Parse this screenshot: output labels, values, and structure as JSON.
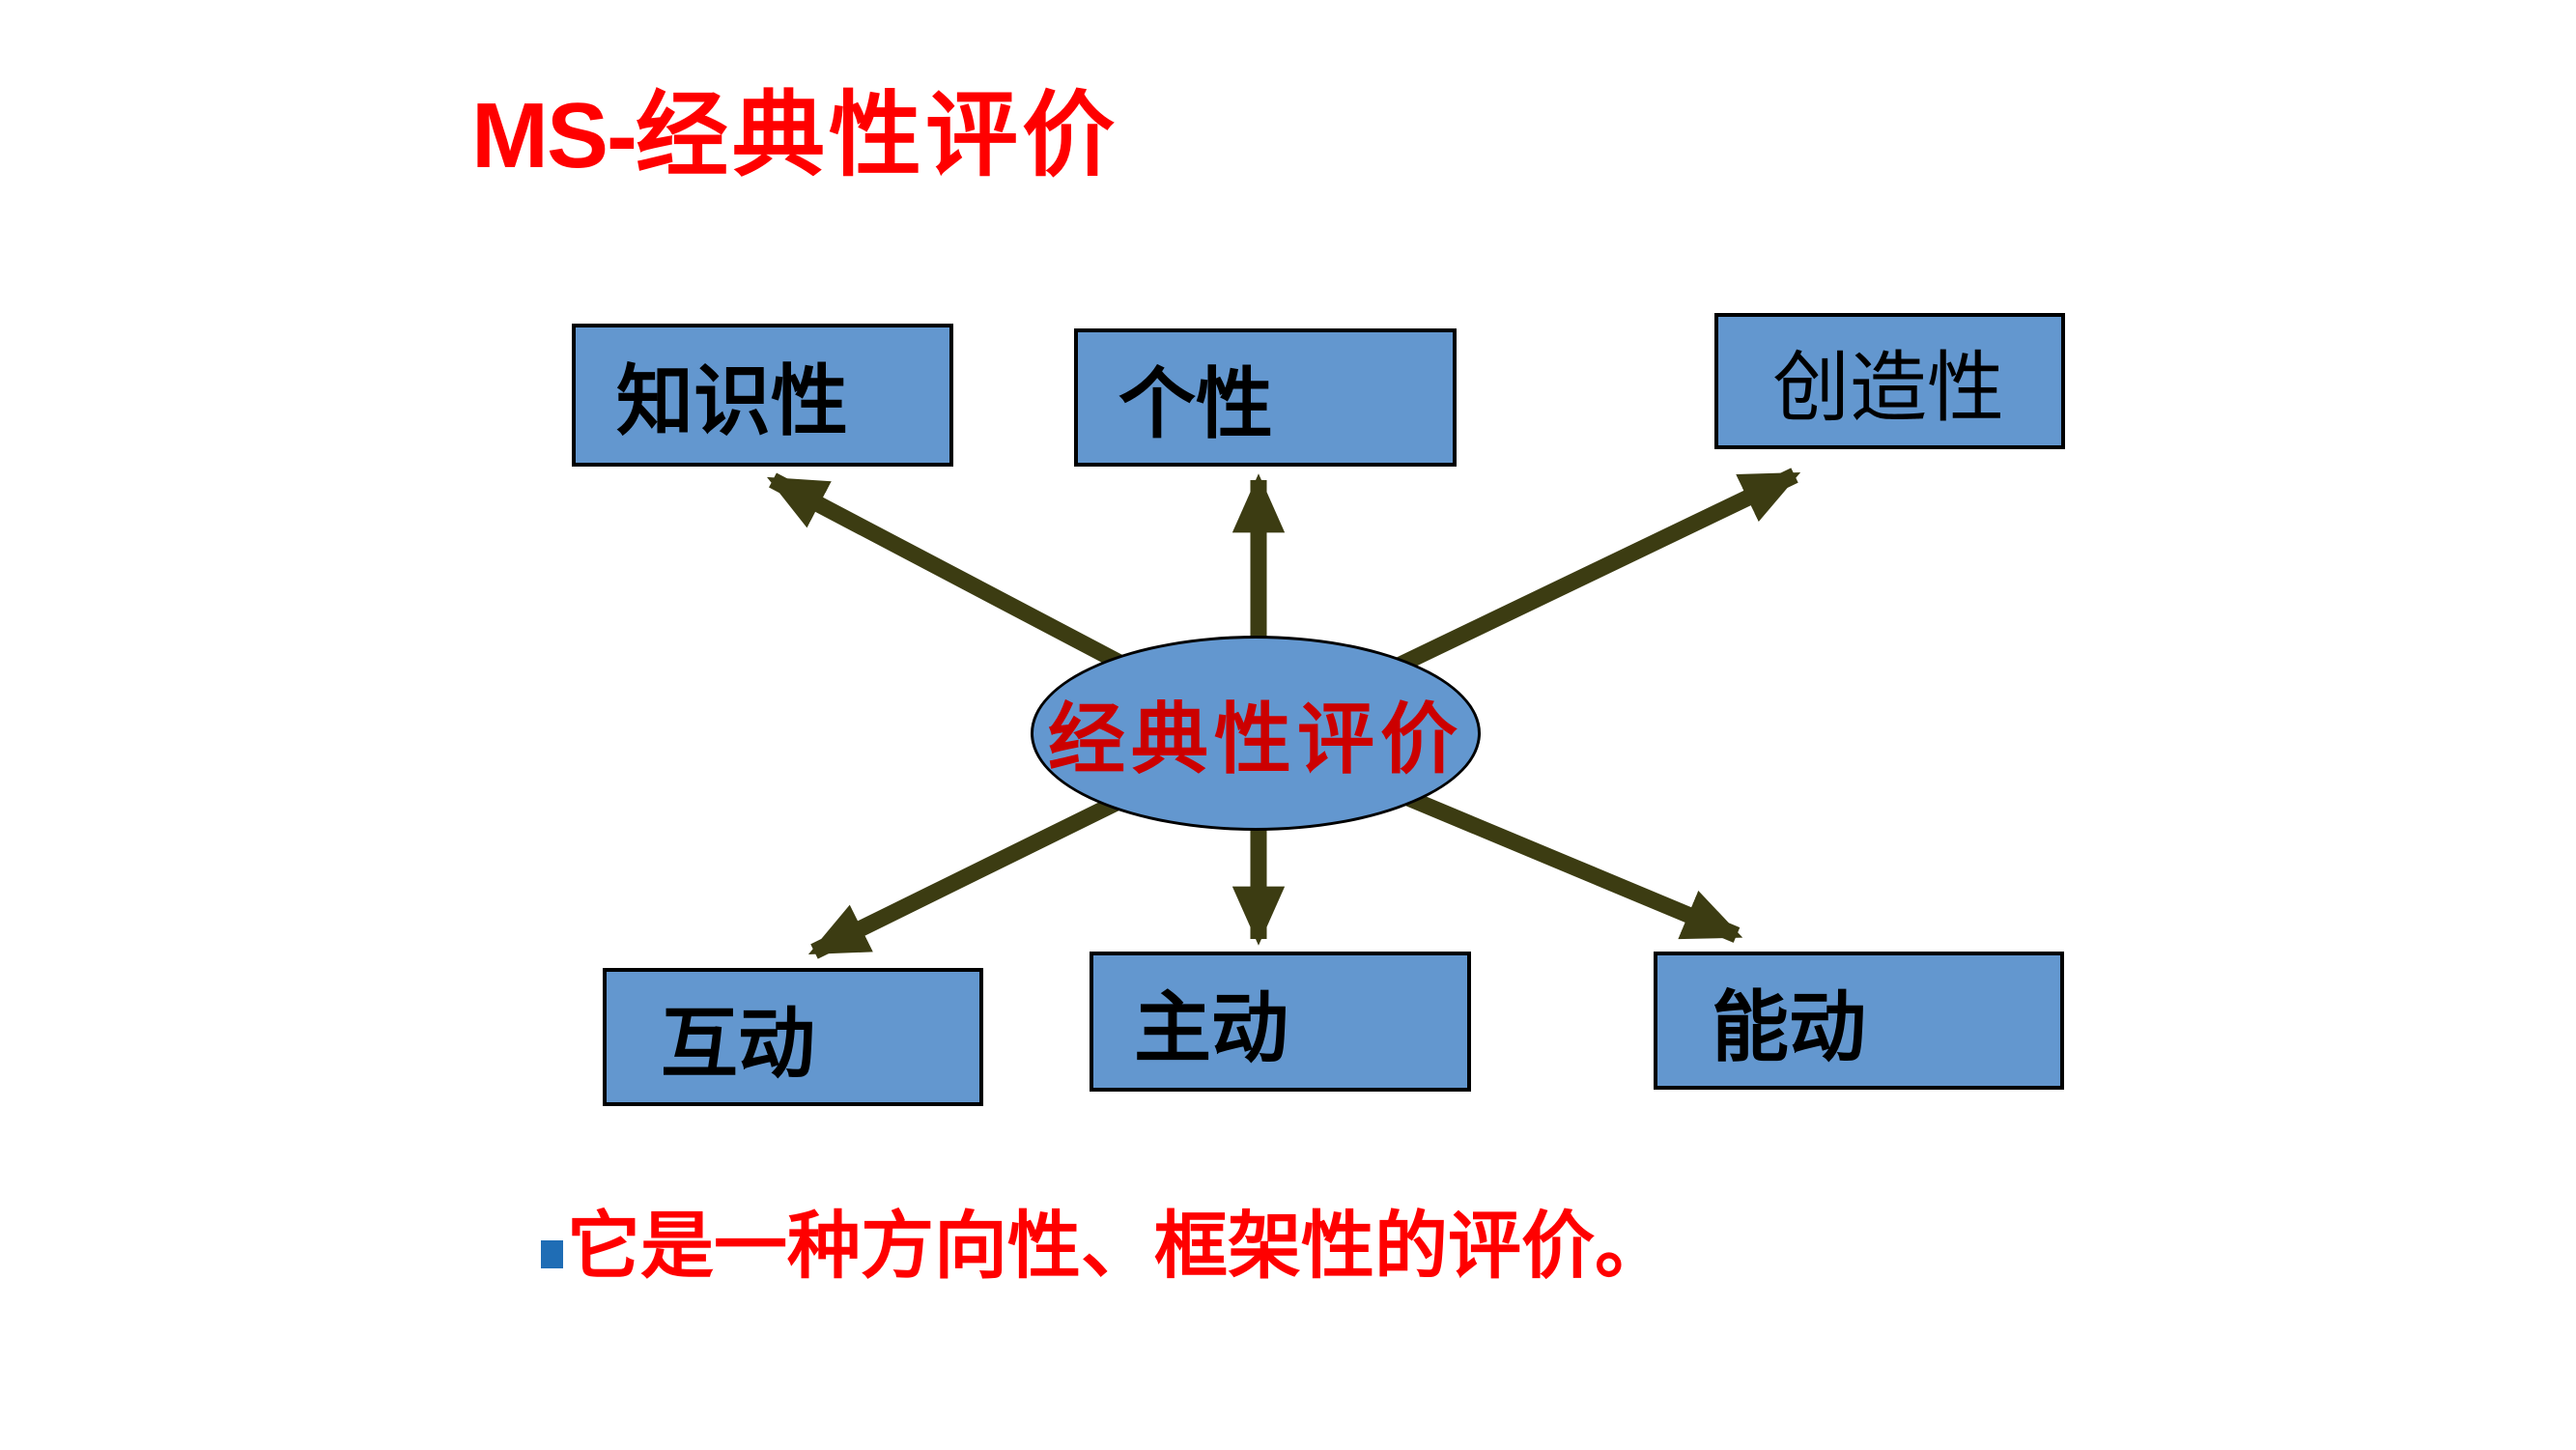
{
  "slide": {
    "title": {
      "prefix": "MS-",
      "main": "经典性评价"
    },
    "center": {
      "label": "经典性评价"
    },
    "nodes": [
      {
        "id": "knowledge",
        "label": "知识性"
      },
      {
        "id": "individuality",
        "label": "个性"
      },
      {
        "id": "creativity",
        "label": "创造性"
      },
      {
        "id": "interaction",
        "label": "互动"
      },
      {
        "id": "initiative",
        "label": "主动"
      },
      {
        "id": "agency",
        "label": "能动"
      }
    ],
    "bullet": {
      "text": "它是一种方向性、框架性的评价。"
    },
    "colors": {
      "title_red": "#ff0000",
      "center_red": "#cc0000",
      "bullet_red": "#ff0000",
      "bullet_square": "#1f6db5",
      "box_fill": "#6397cf",
      "box_border": "#000000",
      "arrow": "#3c3c12"
    }
  }
}
